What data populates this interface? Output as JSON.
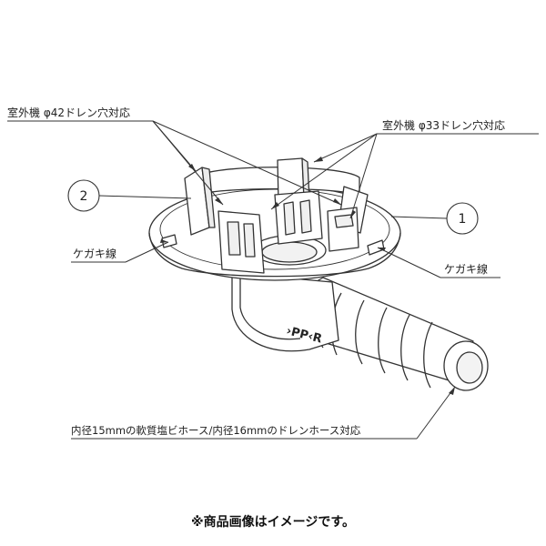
{
  "labels": {
    "left_top": "室外機 φ42ドレン穴対応",
    "right_top": "室外機 φ33ドレン穴対応",
    "circle_left": "2",
    "circle_right": "1",
    "mark_left": "ケガキ線",
    "mark_right": "ケガキ線",
    "bottom": "内径15mmの軟質塩ビホース/内径16mmのドレンホース対応",
    "embossed": "›PP‹R"
  },
  "note": "※商品画像はイメージです。",
  "colors": {
    "line": "#333333",
    "fill": "#ffffff",
    "text": "#222222"
  }
}
